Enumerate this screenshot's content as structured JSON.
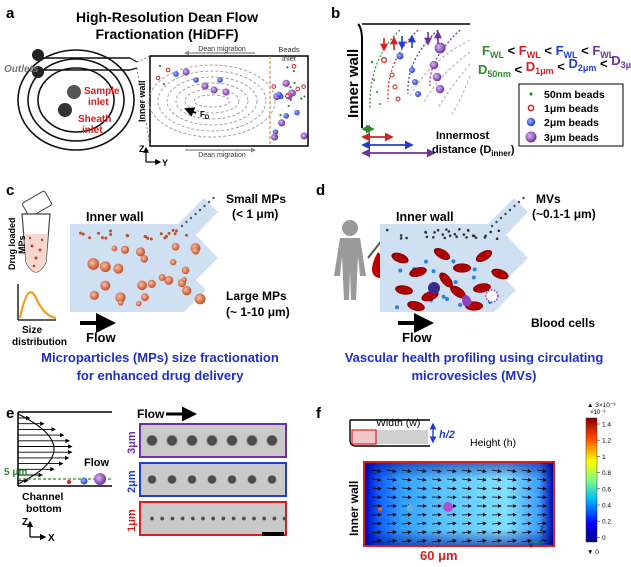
{
  "panel_a": {
    "letter": "a",
    "title_line1": "High-Resolution Dean Flow",
    "title_line2": "Fractionation (HiDFF)",
    "outlets": "Outlets",
    "sample_inlet_1": "Sample",
    "sample_inlet_2": "inlet",
    "sheath_inlet_1": "Sheath",
    "sheath_inlet_2": "inlet",
    "dean_migration_top": "Dean migration",
    "dean_migration_bottom": "Dean migration",
    "beads_inlet_1": "Beads",
    "beads_inlet_2": "inlet",
    "inner_wall": "Inner wall",
    "fd": "F",
    "fd_sub": "D",
    "axis_z": "Z",
    "axis_y": "Y"
  },
  "panel_b": {
    "letter": "b",
    "inner_wall": "Inner wall",
    "f": "F",
    "wl": "WL",
    "lt": "<",
    "d": "D",
    "d_subs": [
      "50nm",
      "1μm",
      "2μm",
      "3μm"
    ],
    "legend": [
      "50nm beads",
      "1μm beads",
      "2μm beads",
      "3μm beads"
    ],
    "innermost_1": "Innermost",
    "innermost_2": "distance (D",
    "innermost_sub": "inner",
    "innermost_close": ")",
    "colors": [
      "#2e8b2e",
      "#d42020",
      "#1f3fd0",
      "#7030a0"
    ]
  },
  "panel_c": {
    "letter": "c",
    "drug_label_1": "Drug loaded",
    "drug_label_2": "MPs",
    "size_dist_1": "Size",
    "size_dist_2": "distribution",
    "inner_wall": "Inner wall",
    "small_mps_1": "Small MPs",
    "small_mps_2": "(< 1 μm)",
    "large_mps_1": "Large MPs",
    "large_mps_2": "(~ 1-10 μm)",
    "flow": "Flow",
    "caption_1": "Microparticles (MPs) size fractionation",
    "caption_2": "for enhanced drug delivery"
  },
  "panel_d": {
    "letter": "d",
    "inner_wall": "Inner wall",
    "mvs_1": "MVs",
    "mvs_2": "(~0.1-1 μm)",
    "blood_cells": "Blood cells",
    "flow": "Flow",
    "caption_1": "Vascular health profiling using circulating",
    "caption_2": "microvesicles (MVs)"
  },
  "panel_e": {
    "letter": "e",
    "flow_arrow_label": "Flow",
    "flow_profile": "Flow",
    "five_um": "5 μm",
    "channel_1": "Channel",
    "channel_2": "bottom",
    "axis_z": "Z",
    "axis_x": "X",
    "rows": [
      {
        "label": "3μm",
        "color": "#7030a0"
      },
      {
        "label": "2μm",
        "color": "#1f3fd0"
      },
      {
        "label": "1μm",
        "color": "#d42020"
      }
    ]
  },
  "panel_f": {
    "letter": "f",
    "width_label": "Width (w)",
    "h2_label": "h/2",
    "height_label": "Height (h)",
    "inner_wall": "Inner wall",
    "sixty_um": "60 μm",
    "colorbar_top": "▲ 3×10⁻³",
    "colorbar_unit": "×10⁻³",
    "colorbar_bottom": "▼ 0",
    "colorbar_ticks": [
      "1.4",
      "1.2",
      "1",
      "0.8",
      "0.6",
      "0.4",
      "0.2",
      "0"
    ],
    "axis_z": "Z",
    "axis_y": "Y"
  }
}
